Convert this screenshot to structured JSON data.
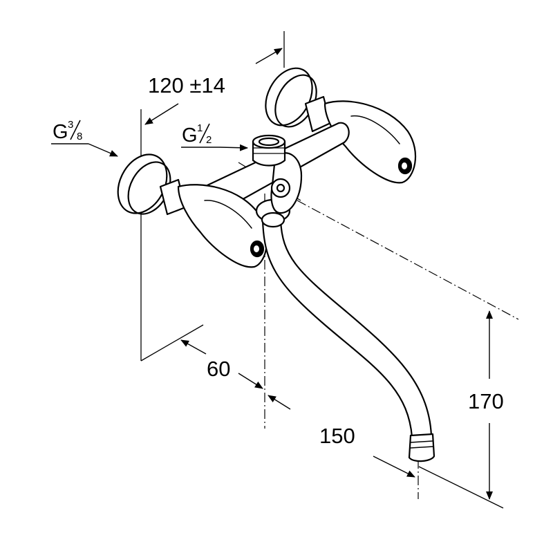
{
  "drawing": {
    "labels": {
      "connection_wall": {
        "prefix": "G",
        "num": "3",
        "den": "8"
      },
      "connection_outlet": {
        "prefix": "G",
        "num": "1",
        "den": "2"
      }
    },
    "dimensions": {
      "center_distance": "120 ±14",
      "wall_offset": "60",
      "spout_reach": "150",
      "spout_height": "170"
    }
  },
  "colors": {
    "line": "#000000",
    "background": "#ffffff"
  }
}
